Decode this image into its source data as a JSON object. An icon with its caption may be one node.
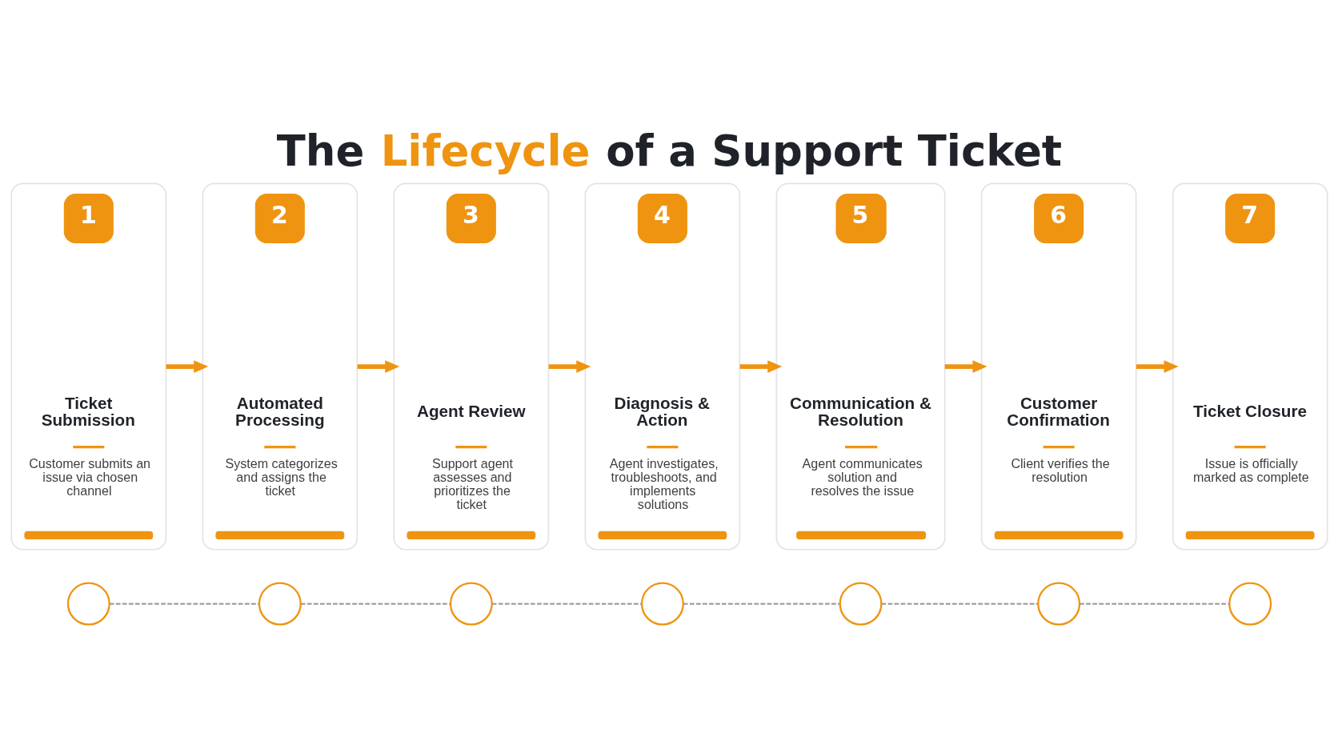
{
  "diagram": {
    "title": "The Lifecycle of a Support Ticket",
    "nodes": [
      {
        "text": [
          "1",
          "Ticket Submission",
          "Customer submits an issue via chosen channel"
        ]
      },
      {
        "text": [
          "2",
          "Automated Processing",
          "System categorizes and assigns the ticket"
        ]
      },
      {
        "text": [
          "3",
          "Agent Review",
          "Support agent assesses and prioritizes the ticket"
        ]
      },
      {
        "text": [
          "4",
          "Diagnosis & Action",
          "Agent investigates, troubleshoots, and implements solutions"
        ]
      },
      {
        "text": [
          "5",
          "Communication & Resolution",
          "Agent communicates solution and resolves the issue"
        ]
      },
      {
        "text": [
          "6",
          "Customer Confirmation",
          "Client verifies the resolution"
        ]
      },
      {
        "text": [
          "7",
          "Ticket Closure",
          "Issue is officially marked as complete"
        ]
      },
      {
        "text": [],
        "shape": "circle"
      },
      {
        "text": [],
        "shape": "circle"
      },
      {
        "text": [],
        "shape": "circle"
      },
      {
        "text": [],
        "shape": "circle"
      },
      {
        "text": [],
        "shape": "circle"
      },
      {
        "text": [],
        "shape": "circle"
      },
      {
        "text": [],
        "shape": "circle"
      }
    ],
    "edges": [
      {
        "from": 0,
        "to": 1,
        "arrow": "to",
        "style": "thick"
      },
      {
        "from": 1,
        "to": 2,
        "arrow": "to",
        "style": "thick"
      },
      {
        "from": 2,
        "to": 3,
        "arrow": "to",
        "style": "thick"
      },
      {
        "from": 3,
        "to": 4,
        "arrow": "to",
        "style": "thick"
      },
      {
        "from": 4,
        "to": 5,
        "arrow": "to",
        "style": "thick"
      },
      {
        "from": 5,
        "to": 6,
        "arrow": "to",
        "style": "thick"
      },
      {
        "from": 7,
        "to": 8,
        "arrow": "none",
        "style": "dashed",
        "color": "#9e9e9e"
      },
      {
        "from": 8,
        "to": 9,
        "arrow": "none",
        "style": "dashed",
        "color": "#9e9e9e"
      },
      {
        "from": 9,
        "to": 10,
        "arrow": "none",
        "style": "dashed",
        "color": "#9e9e9e"
      },
      {
        "from": 10,
        "to": 11,
        "arrow": "none",
        "style": "dashed",
        "color": "#9e9e9e"
      },
      {
        "from": 11,
        "to": 12,
        "arrow": "none",
        "style": "dashed",
        "color": "#9e9e9e"
      },
      {
        "from": 12,
        "to": 13,
        "arrow": "none",
        "style": "dashed",
        "color": "#9e9e9e"
      }
    ]
  }
}
